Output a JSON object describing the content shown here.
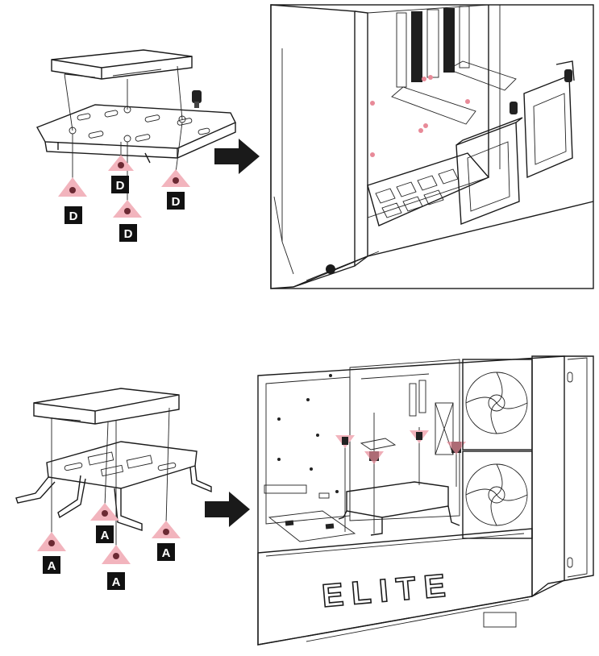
{
  "colors": {
    "accent": "#e88a98",
    "accent_light": "#f2b4bd",
    "ink": "#1a1a1a",
    "panel_gray": "#d9d9d9"
  },
  "step1": {
    "screw_letter": "D",
    "labels": [
      "D",
      "D",
      "D",
      "D"
    ]
  },
  "step2": {
    "screw_letter": "A",
    "labels": [
      "A",
      "A",
      "A",
      "A"
    ]
  },
  "case_front_text": "ELITE",
  "icons": {
    "arrow": "arrow-right-icon",
    "screw": "screw-icon"
  }
}
